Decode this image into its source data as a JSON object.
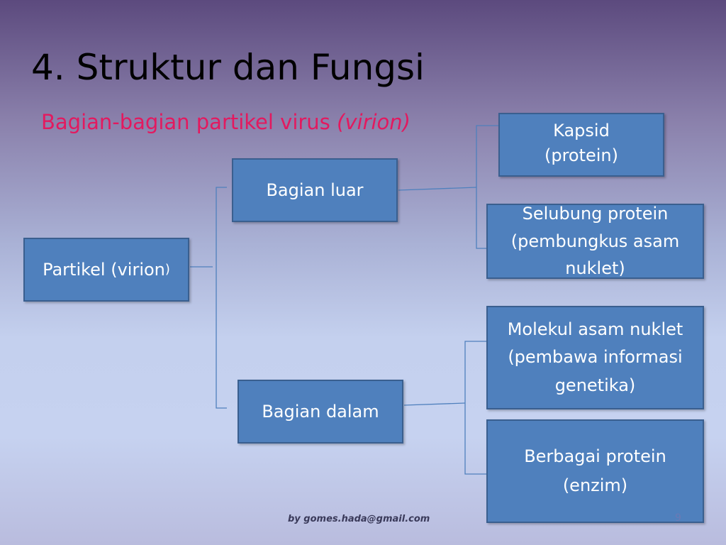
{
  "slide": {
    "title": "4. Struktur dan Fungsi",
    "subtitle_main": "Bagian-bagian partikel virus ",
    "subtitle_italic": "(virion)",
    "footer": "by gomes.hada@gmail.com",
    "page_number": "9"
  },
  "diagram": {
    "root": {
      "label": "Partikel (virion",
      "suffix": ")"
    },
    "outer": {
      "label": "Bagian luar"
    },
    "inner": {
      "label": "Bagian dalam"
    },
    "capsid": {
      "label": "Kapsid\n(protein)"
    },
    "envelope": {
      "label": "Selubung protein (pembungkus asam nuklet)"
    },
    "nucleic": {
      "label": "Molekul asam nuklet (pembawa informasi genetika)"
    },
    "enzymes": {
      "label": "Berbagai protein (enzim)"
    }
  },
  "colors": {
    "box_fill": "#4f80bd",
    "box_border": "#3a5f8f",
    "connector": "#4f80bd",
    "subtitle": "#e3195f"
  }
}
